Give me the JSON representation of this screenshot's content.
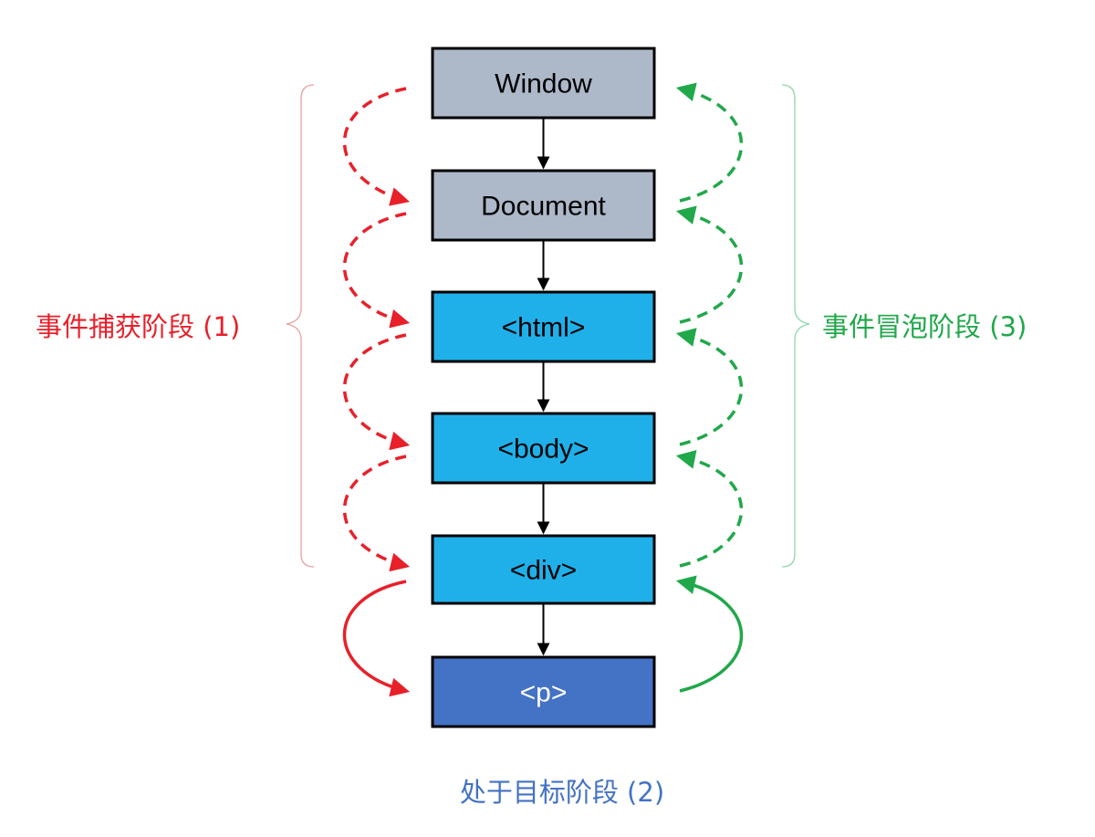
{
  "nodes": [
    {
      "id": "window",
      "label": "Window",
      "fill": "#adb8c9",
      "text_color": "#000000"
    },
    {
      "id": "document",
      "label": "Document",
      "fill": "#adb8c9",
      "text_color": "#000000"
    },
    {
      "id": "html",
      "label": "<html>",
      "fill": "#1fb0ea",
      "text_color": "#000000"
    },
    {
      "id": "body",
      "label": "<body>",
      "fill": "#1fb0ea",
      "text_color": "#000000"
    },
    {
      "id": "div",
      "label": "<div>",
      "fill": "#1fb0ea",
      "text_color": "#000000"
    },
    {
      "id": "p",
      "label": "<p>",
      "fill": "#4472c4",
      "text_color": "#ffffff"
    }
  ],
  "phases": {
    "capture": {
      "label": "事件捕获阶段 (1)",
      "color": "#e8202a"
    },
    "target": {
      "label": "处于目标阶段 (2)",
      "color": "#4472c4"
    },
    "bubble": {
      "label": "事件冒泡阶段 (3)",
      "color": "#20a84a"
    }
  }
}
